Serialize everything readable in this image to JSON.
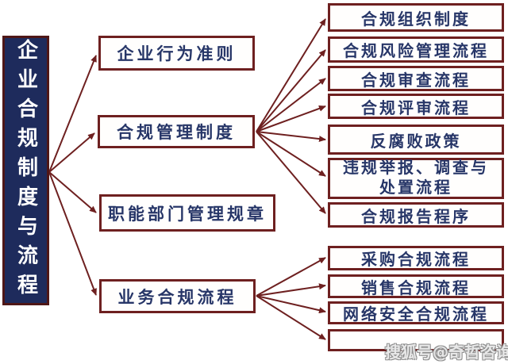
{
  "diagram": {
    "root": {
      "label": "企业合规制度与流程"
    },
    "level2": [
      {
        "label": "企业行为准则"
      },
      {
        "label": "合规管理制度"
      },
      {
        "label": "职能部门管理规章"
      },
      {
        "label": "业务合规流程"
      }
    ],
    "level3_management": [
      {
        "label": "合规组织制度"
      },
      {
        "label": "合规风险管理流程"
      },
      {
        "label": "合规审查流程"
      },
      {
        "label": "合规评审流程"
      },
      {
        "label": "反腐败政策"
      },
      {
        "label": "违规举报、调查与\n处置流程"
      },
      {
        "label": "合规报告程序"
      }
    ],
    "level3_business": [
      {
        "label": "采购合规流程"
      },
      {
        "label": "销售合规流程"
      },
      {
        "label": "网络安全合规流程"
      },
      {
        "label": ""
      }
    ],
    "watermark": "搜狐号@奇哲咨询",
    "colors": {
      "box_border": "#6e2020",
      "arrow": "#6e2020",
      "root_fill": "#1e2b5c",
      "root_text": "#ffffff",
      "node_text": "#273668",
      "background": "#ffffff"
    }
  }
}
